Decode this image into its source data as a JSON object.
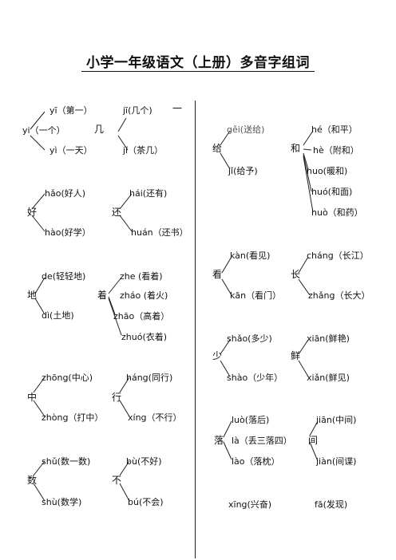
{
  "title": "小学一年级语文（上册）多音字组词",
  "groups": {
    "yi": {
      "char": "yi（一个）",
      "r1": "yī（第一）",
      "r2": "yì（一天）"
    },
    "ji": {
      "char": "几",
      "r1": "jī(几个)",
      "r2": "jǐ（茶几）",
      "extra": "一"
    },
    "hao": {
      "char": "好",
      "r1": "hǎo(好人)",
      "r2": "hào(好学）"
    },
    "huan": {
      "char": "还",
      "r1": "hái(还有)",
      "r2": "huán（还书）"
    },
    "di": {
      "char": "地",
      "r1": "de(轻轻地)",
      "r2": "dì(土地)"
    },
    "zhe": {
      "char": "着",
      "r1": "zhe (看着)",
      "r2": "zháo (着火)",
      "r3": "zhāo（高着）",
      "r4": "zhuó(衣着)"
    },
    "zhong": {
      "char": "中",
      "r1": "zhōng(中心)",
      "r2": "zhòng（打中）"
    },
    "xing": {
      "char": "行",
      "r1": "háng(同行)",
      "r2": "xíng（不行）"
    },
    "shu": {
      "char": "数",
      "r1": "shǔ(数一数)",
      "r2": "shù(数学)"
    },
    "bu": {
      "char": "不",
      "r1": "bù(不好)",
      "r2": "bú(不会)"
    },
    "gei": {
      "char": "给",
      "r1": "gěi(送给)",
      "r2": "jǐ(给予)"
    },
    "he": {
      "char": "和",
      "r1": "hé（和平）",
      "r2": "hè（附和）",
      "r3": "huo(暖和)",
      "r4": "huó(和面)",
      "r5": "huò（和药）"
    },
    "kan": {
      "char": "看",
      "r1": "kàn(看见)",
      "r2": "kān（看门）"
    },
    "chang": {
      "char": "长",
      "r1": "cháng（长江）",
      "r2": "zhǎng（长大）"
    },
    "shao": {
      "char": "少",
      "r1": "shǎo(多少)",
      "r2": "shào（少年）"
    },
    "xian": {
      "char": "鲜",
      "r1": "xiān(鲜艳)",
      "r2": "xiǎn(鲜见)"
    },
    "luo": {
      "char": "落",
      "r1": "luò(落后)",
      "r2": "là（丢三落四）",
      "r3": "lào（落枕）"
    },
    "jian": {
      "char": "间",
      "r1": "jiān(中间)",
      "r2": "jiàn(间谍)"
    },
    "xing2": {
      "r1": "xīng(兴奋)"
    },
    "fa": {
      "r1": "fā(发现)"
    }
  }
}
